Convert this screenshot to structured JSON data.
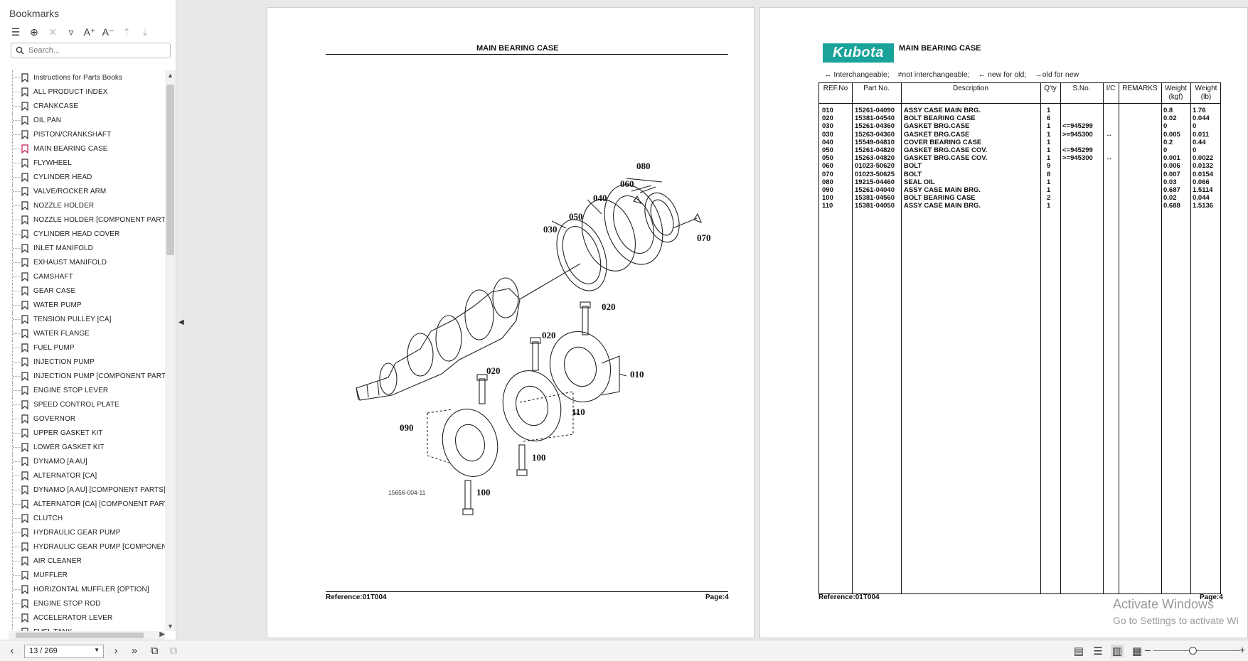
{
  "sidebar": {
    "title": "Bookmarks",
    "search_placeholder": "Search...",
    "bookmarks": [
      "Instructions for Parts Books",
      "ALL PRODUCT INDEX",
      "CRANKCASE",
      "OIL PAN",
      "PISTON/CRANKSHAFT",
      "MAIN BEARING CASE",
      "FLYWHEEL",
      "CYLINDER HEAD",
      "VALVE/ROCKER ARM",
      "NOZZLE HOLDER",
      "NOZZLE HOLDER [COMPONENT PARTS]",
      "CYLINDER HEAD COVER",
      "INLET MANIFOLD",
      "EXHAUST MANIFOLD",
      "CAMSHAFT",
      "GEAR CASE",
      "WATER PUMP",
      "TENSION PULLEY [CA]",
      "WATER FLANGE",
      "FUEL PUMP",
      "INJECTION PUMP",
      "INJECTION PUMP [COMPONENT PARTS]",
      "ENGINE STOP LEVER",
      "SPEED CONTROL PLATE",
      "GOVERNOR",
      "UPPER GASKET KIT",
      "LOWER GASKET KIT",
      "DYNAMO [A AU]",
      "ALTERNATOR [CA]",
      "DYNAMO [A AU] [COMPONENT PARTS]",
      "ALTERNATOR [CA] [COMPONENT PARTS]",
      "CLUTCH",
      "HYDRAULIC GEAR PUMP",
      "HYDRAULIC GEAR PUMP [COMPONENT P",
      "AIR CLEANER",
      "MUFFLER",
      "HORIZONTAL MUFFLER [OPTION]",
      "ENGINE STOP ROD",
      "ACCELERATOR LEVER",
      "FUEL TANK"
    ],
    "active_index": 5,
    "active_color": "#c2185b"
  },
  "left_page": {
    "title": "MAIN BEARING CASE",
    "reference": "Reference:01T004",
    "page": "Page:4",
    "figure_code": "15656-004-11",
    "callouts": [
      "080",
      "060",
      "040",
      "050",
      "030",
      "070",
      "020",
      "020",
      "020",
      "010",
      "110",
      "090",
      "100",
      "100"
    ]
  },
  "right_page": {
    "logo": "Kubota",
    "title": "MAIN BEARING CASE",
    "legend": [
      "↔ Interchangeable;",
      "≠not interchangeable;",
      "← new for old;",
      "→old for new"
    ],
    "headers": [
      "REF.No",
      "Part No.",
      "Description",
      "Q'ty",
      "S.No.",
      "I/C",
      "REMARKS",
      "Weight (kgf)",
      "Weight (lb)"
    ],
    "rows": [
      [
        "010",
        "15261-04090",
        "ASSY CASE MAIN BRG.",
        "1",
        "",
        "",
        "",
        "0.8",
        "1.76"
      ],
      [
        "020",
        "15381-04540",
        "BOLT BEARING CASE",
        "6",
        "",
        "",
        "",
        "0.02",
        "0.044"
      ],
      [
        "030",
        "15261-04360",
        "GASKET BRG.CASE",
        "1",
        "<=945299",
        "",
        "",
        "0",
        "0"
      ],
      [
        "030",
        "15263-04360",
        "GASKET BRG.CASE",
        "1",
        ">=945300",
        "↔",
        "",
        "0.005",
        "0.011"
      ],
      [
        "040",
        "15549-04810",
        "COVER BEARING CASE",
        "1",
        "",
        "",
        "",
        "0.2",
        "0.44"
      ],
      [
        "050",
        "15261-04820",
        "GASKET BRG.CASE COV.",
        "1",
        "<=945299",
        "",
        "",
        "0",
        "0"
      ],
      [
        "050",
        "15263-04820",
        "GASKET BRG.CASE COV.",
        "1",
        ">=945300",
        "↔",
        "",
        "0.001",
        "0.0022"
      ],
      [
        "060",
        "01023-50620",
        "BOLT",
        "9",
        "",
        "",
        "",
        "0.006",
        "0.0132"
      ],
      [
        "070",
        "01023-50625",
        "BOLT",
        "8",
        "",
        "",
        "",
        "0.007",
        "0.0154"
      ],
      [
        "080",
        "19215-04460",
        "SEAL OIL",
        "1",
        "",
        "",
        "",
        "0.03",
        "0.066"
      ],
      [
        "090",
        "15261-04040",
        "ASSY CASE MAIN BRG.",
        "1",
        "",
        "",
        "",
        "0.687",
        "1.5114"
      ],
      [
        "100",
        "15381-04560",
        "BOLT BEARING CASE",
        "2",
        "",
        "",
        "",
        "0.02",
        "0.044"
      ],
      [
        "110",
        "15381-04050",
        "ASSY CASE MAIN BRG.",
        "1",
        "",
        "",
        "",
        "0.688",
        "1.5136"
      ]
    ],
    "reference": "Reference:01T004",
    "page": "Page:4"
  },
  "watermark": {
    "line1": "Activate Windows",
    "line2": "Go to Settings to activate Wi"
  },
  "bottombar": {
    "page_indicator": "13 / 269"
  }
}
